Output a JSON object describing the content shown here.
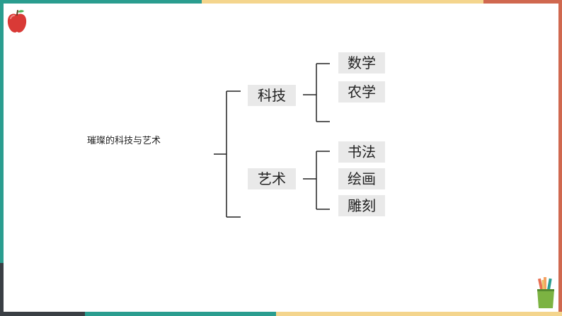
{
  "diagram": {
    "root": "璀璨的科技与艺术",
    "branches": [
      {
        "label": "科技",
        "children": [
          "数学",
          "农学"
        ]
      },
      {
        "label": "艺术",
        "children": [
          "书法",
          "绘画",
          "雕刻"
        ]
      }
    ]
  },
  "colors": {
    "frame_teal": "#2a9d8f",
    "frame_yellow": "#f4d58d",
    "frame_red": "#d0684f",
    "frame_dark": "#3a3f44",
    "node_fill": "#e9e9e9"
  },
  "icons": {
    "top_left": "apple-icon",
    "bottom_right": "pencil-cup-icon"
  }
}
